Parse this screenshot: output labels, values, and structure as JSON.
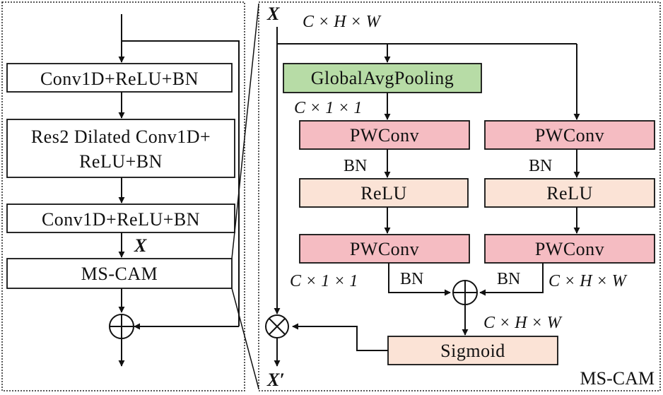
{
  "left_panel": {
    "blocks": [
      "Conv1D+ReLU+BN",
      "Res2 Dilated Conv1D+",
      "ReLU+BN",
      "Conv1D+ReLU+BN",
      "MS-CAM"
    ],
    "x_label": "X"
  },
  "right_panel": {
    "title": "MS-CAM",
    "input_label": "X",
    "output_label": "X′",
    "input_dims": "C × H × W",
    "gap": "GlobalAvgPooling",
    "gap_dims": "C × 1 × 1",
    "pwconv": "PWConv",
    "relu": "ReLU",
    "bn": "BN",
    "local_out_dims": "C × H × W",
    "global_out_dims": "C × 1 × 1",
    "sum_dims": "C × H × W",
    "sigmoid": "Sigmoid"
  },
  "colors": {
    "gap_fill": "#b7dca6",
    "pwconv_fill": "#f5bcc2",
    "relu_fill": "#fbe3d6",
    "sigmoid_fill": "#fbe3d6"
  }
}
